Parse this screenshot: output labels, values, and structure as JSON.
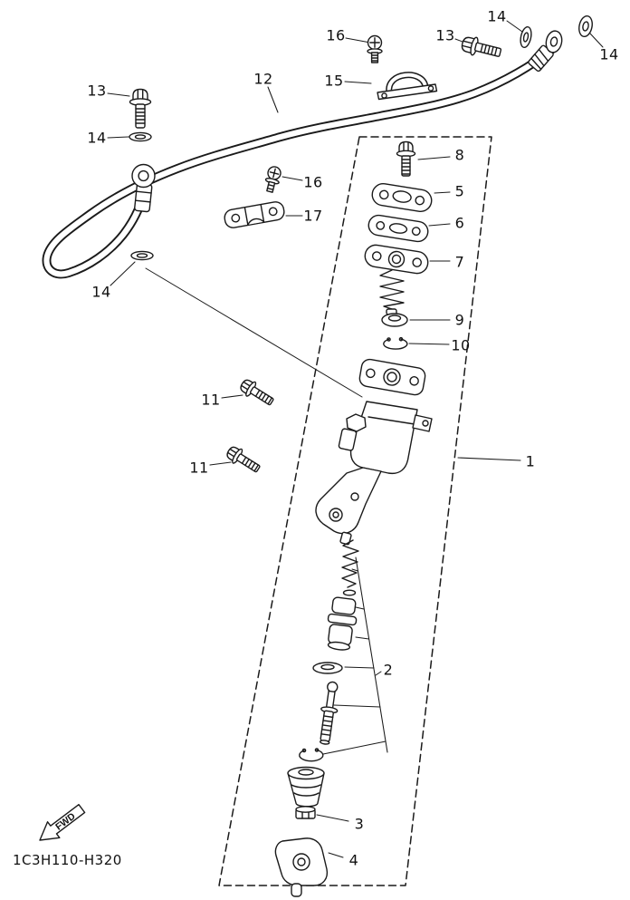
{
  "diagram": {
    "part_code": "1C3H110-H320",
    "fwd_label": "FWD",
    "background": "#ffffff",
    "line_color": "#1a1a1a",
    "callouts": [
      {
        "label": "16"
      },
      {
        "label": "13"
      },
      {
        "label": "14"
      },
      {
        "label": "14"
      },
      {
        "label": "12"
      },
      {
        "label": "15"
      },
      {
        "label": "13"
      },
      {
        "label": "14"
      },
      {
        "label": "16"
      },
      {
        "label": "17"
      },
      {
        "label": "14"
      },
      {
        "label": "8"
      },
      {
        "label": "5"
      },
      {
        "label": "6"
      },
      {
        "label": "7"
      },
      {
        "label": "9"
      },
      {
        "label": "10"
      },
      {
        "label": "11"
      },
      {
        "label": "11"
      },
      {
        "label": "1"
      },
      {
        "label": "2"
      },
      {
        "label": "3"
      },
      {
        "label": "4"
      }
    ]
  }
}
